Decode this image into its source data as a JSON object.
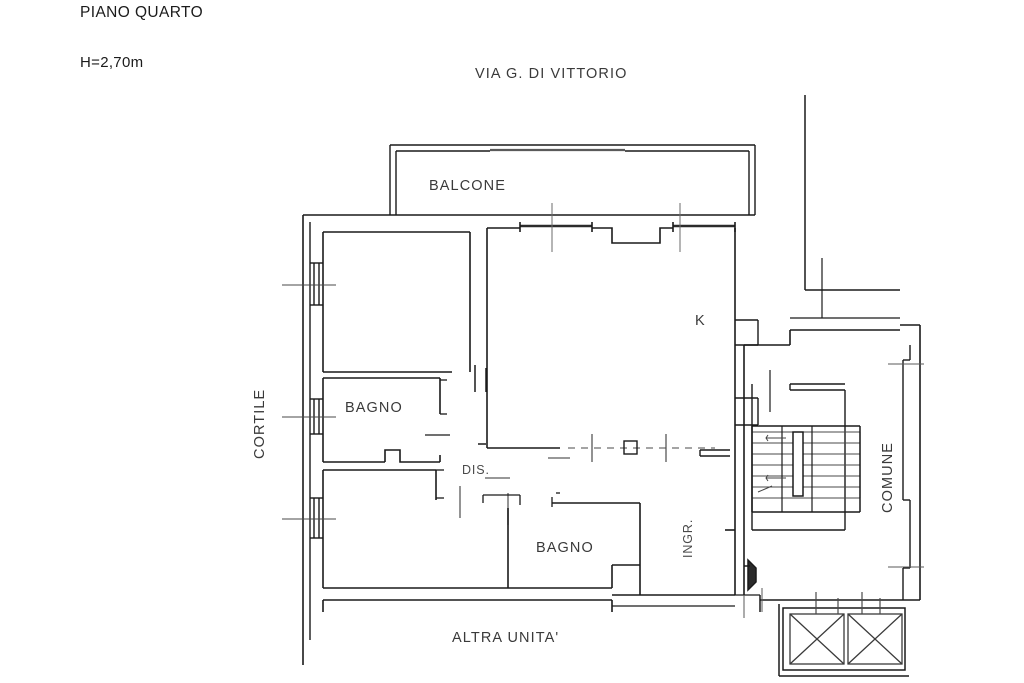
{
  "drawing": {
    "title": "PIANO QUARTO",
    "height_note": "H=2,70m",
    "street": "VIA G. DI VITTORIO",
    "line_color": "#1a1a1a",
    "wall_color": "#2b2b2b",
    "background": "#ffffff",
    "text_color": "#3a3a3a"
  },
  "labels": {
    "balcone": "BALCONE",
    "kitchen": "K",
    "bagno_top": "BAGNO",
    "bagno_bottom": "BAGNO",
    "disimpegno": "DIS.",
    "ingresso": "INGR.",
    "cortile": "CORTILE",
    "comune": "COMUNE",
    "altra_unita": "ALTRA UNITA'"
  },
  "rooms": [
    {
      "name": "BALCONE",
      "type": "balcony"
    },
    {
      "name": "K",
      "type": "kitchen-living"
    },
    {
      "name": "BAGNO",
      "type": "bathroom"
    },
    {
      "name": "BAGNO",
      "type": "bathroom"
    },
    {
      "name": "DIS.",
      "type": "hallway"
    },
    {
      "name": "INGR.",
      "type": "entrance"
    },
    {
      "name": "COMUNE",
      "type": "common-area"
    }
  ],
  "annotations": {
    "courtyard_side": "CORTILE",
    "street_side": "VIA G. DI VITTORIO",
    "adjacent_unit": "ALTRA UNITA'",
    "common_stairs": "COMUNE"
  }
}
